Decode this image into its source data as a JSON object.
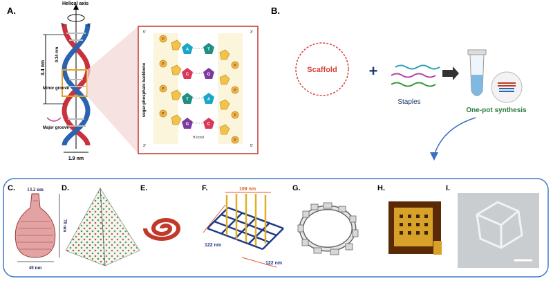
{
  "panel_labels": {
    "A": "A.",
    "B": "B.",
    "C": "C.",
    "D": "D.",
    "E": "E.",
    "F": "F.",
    "G": "G.",
    "H": "H.",
    "I": "I."
  },
  "panel_a": {
    "helical_axis": "Helical axis",
    "five_prime": "5'",
    "three_prime": "3'",
    "pitch": "3.4 nm",
    "rise": "0.34 nm",
    "minor_groove": "Minor groove",
    "major_groove": "Major groove",
    "diameter": "1.9 nm",
    "backbone": "sugar-phosphate backbone",
    "hbond": "H-bond",
    "bases_left": [
      "A",
      "C",
      "T",
      "G"
    ],
    "bases_right": [
      "T",
      "G",
      "A",
      "C"
    ],
    "phosphate": "P",
    "colors": {
      "A": "#1aa6c8",
      "T": "#1f8f84",
      "C": "#d8385a",
      "G": "#7d3aa0"
    }
  },
  "panel_b": {
    "scaffold": "Scaffold",
    "plus": "+",
    "staples": "Staples",
    "one_pot": "One-pot synthesis"
  },
  "panel_c": {
    "top": "13.2 nm",
    "height": "70 nm",
    "bottom": "40 nm"
  },
  "panel_f": {
    "top": "109 nm",
    "left": "122 nm",
    "right": "122 nm"
  }
}
